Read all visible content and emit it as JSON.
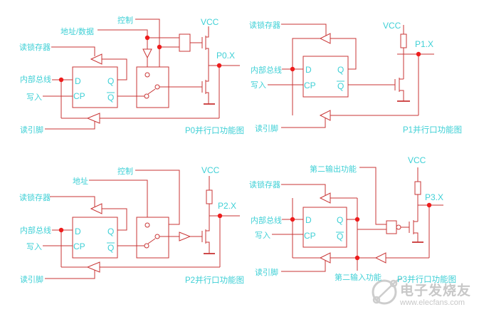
{
  "colors": {
    "wire": "#c93535",
    "junction_dot": "#ee1c1c",
    "label_text": "#3fd0d6",
    "watermark": "#c8c8c8",
    "background": "#ffffff"
  },
  "shared_labels": {
    "read_latch": "读锁存器",
    "internal_bus": "内部总线",
    "write": "写入",
    "read_pin": "读引脚",
    "control": "控制",
    "address_data": "地址/数据",
    "address": "地址",
    "second_output_function": "第二输出功能",
    "second_input_function": "第二输入功能",
    "vcc": "VCC",
    "d": "D",
    "q": "Q",
    "cp": "CP",
    "q_bar": "Q"
  },
  "ports": {
    "p0": {
      "pin": "P0.X",
      "title": "P0并行口功能图"
    },
    "p1": {
      "pin": "P1.X",
      "title": "P1并行口功能图"
    },
    "p2": {
      "pin": "P2.X",
      "title": "P2并行口功能图"
    },
    "p3": {
      "pin": "P3.X",
      "title": "P3并行口功能图"
    }
  },
  "watermark": {
    "brand": "电子发烧友",
    "site": "www.elecfans.com"
  }
}
